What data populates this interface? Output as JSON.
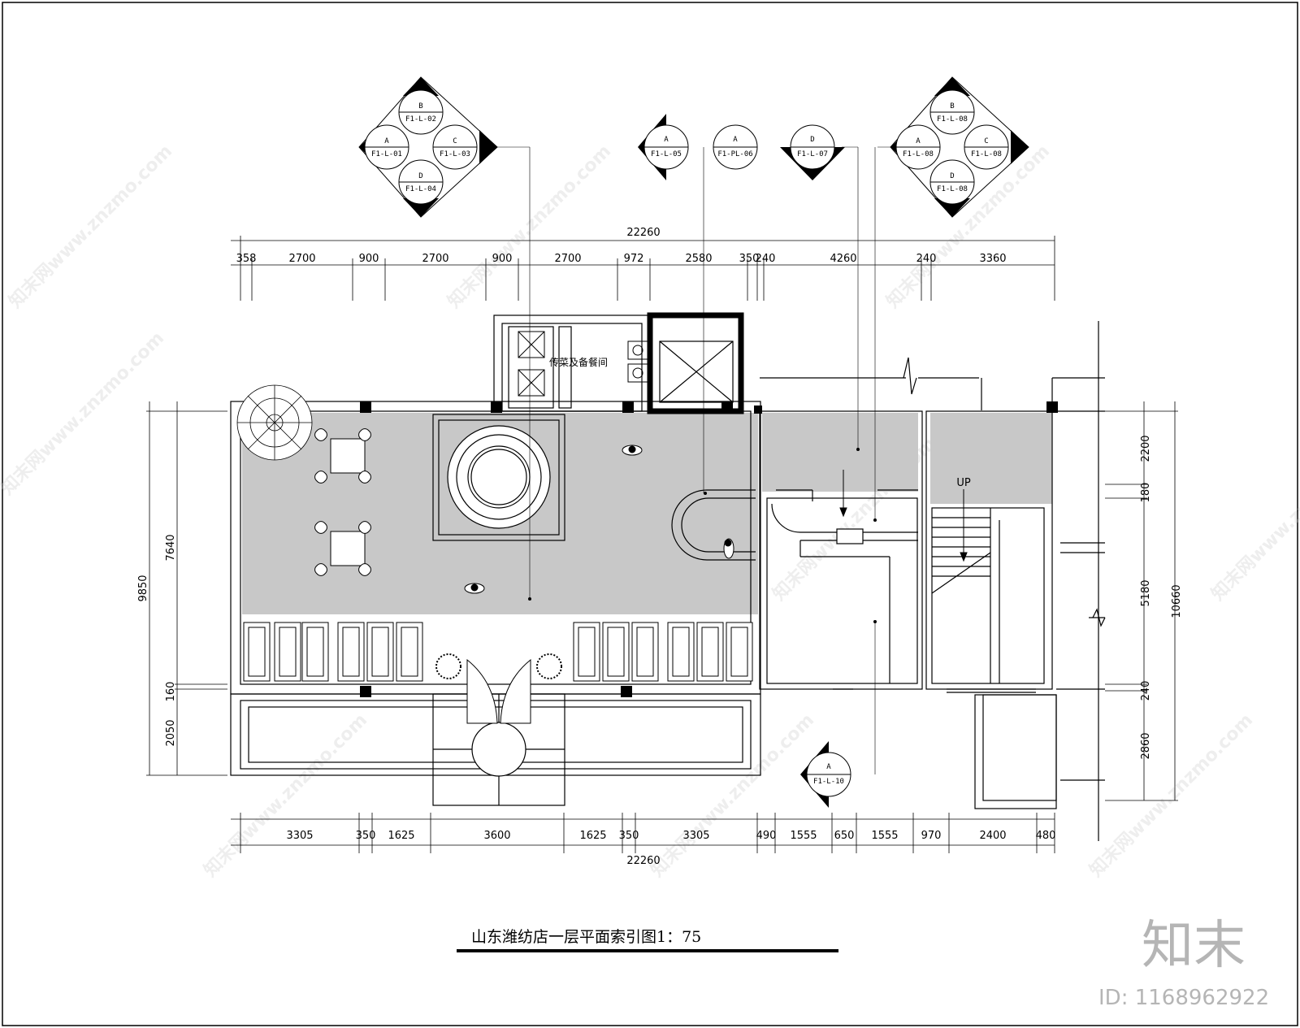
{
  "drawing": {
    "title": "山东潍纺店一层平面索引图1：75",
    "room_label": "传菜及备餐间",
    "stair_label": "UP",
    "watermark_text": "知末网www.znzmo.com",
    "brand_text": "知末",
    "id_text": "ID: 1168962922"
  },
  "dims": {
    "top_total": "22260",
    "top": [
      "358",
      "2700",
      "900",
      "2700",
      "900",
      "2700",
      "972",
      "2580",
      "350",
      "240",
      "4260",
      "240",
      "3360"
    ],
    "bottom": [
      "3305",
      "350",
      "1625",
      "3600",
      "1625",
      "350",
      "3305",
      "490",
      "1555",
      "650",
      "1555",
      "970",
      "2400",
      "480"
    ],
    "bottom_total": "22260",
    "left": [
      "9850",
      "7640",
      "160",
      "2050"
    ],
    "right": [
      "2200",
      "180",
      "5180",
      "10660",
      "240",
      "2860"
    ]
  },
  "index_symbols": {
    "group1": {
      "b_letter": "B",
      "b_ref": "F1-L-02",
      "a_letter": "A",
      "a_ref": "F1-L-01",
      "c_letter": "C",
      "c_ref": "F1-L-03",
      "d_letter": "D",
      "d_ref": "F1-L-04"
    },
    "s5": {
      "letter": "A",
      "ref": "F1-L-05"
    },
    "s6": {
      "letter": "A",
      "ref": "F1-PL-06"
    },
    "s7": {
      "letter": "D",
      "ref": "F1-L-07"
    },
    "group2": {
      "b_letter": "B",
      "b_ref": "F1-L-08",
      "a_letter": "A",
      "a_ref": "F1-L-08",
      "c_letter": "C",
      "c_ref": "F1-L-08",
      "d_letter": "D",
      "d_ref": "F1-L-08"
    },
    "s10": {
      "letter": "A",
      "ref": "F1-L-10"
    }
  }
}
